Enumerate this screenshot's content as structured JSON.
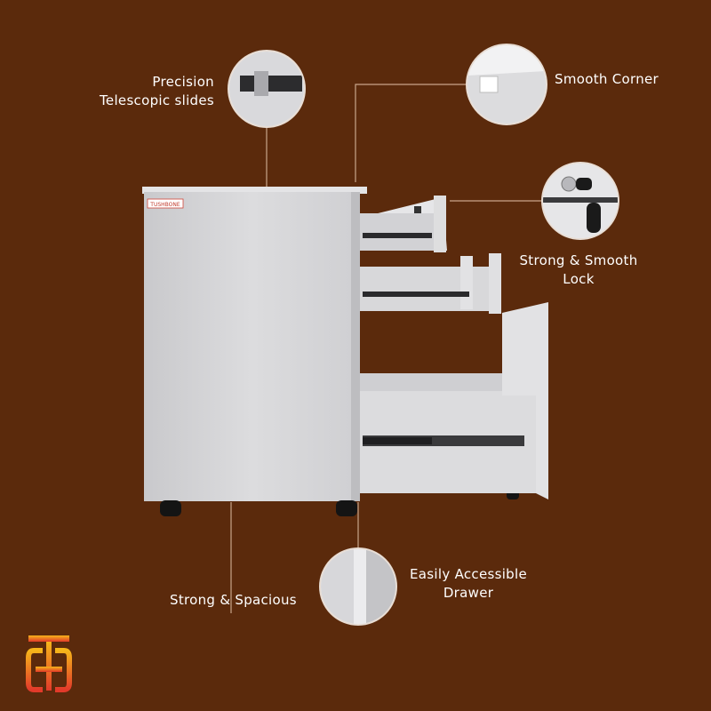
{
  "colors": {
    "background": "#5b2a0c",
    "cabinet": "#d6d6d8",
    "cabinet_shadow": "#b9b9bc",
    "rail": "#2a2a2c",
    "leader_line": "#c9a58a",
    "logo_gradient_top": "#f6b51a",
    "logo_gradient_bottom": "#e23a2a"
  },
  "brand": {
    "badge_text": "TUSHBONE",
    "logo_icon": "brand-monogram-icon"
  },
  "callouts": {
    "slides": {
      "line1": "Precision",
      "line2": "Telescopic slides",
      "icon": "telescopic-slide-detail"
    },
    "corner": {
      "line1": "Smooth Corner",
      "icon": "smooth-corner-detail"
    },
    "lock": {
      "line1": "Strong & Smooth",
      "line2": "Lock",
      "icon": "lock-key-detail"
    },
    "drawer": {
      "line1": "Easily Accessible",
      "line2": "Drawer",
      "icon": "drawer-edge-detail"
    },
    "spacious": {
      "line1": "Strong & Spacious"
    }
  }
}
